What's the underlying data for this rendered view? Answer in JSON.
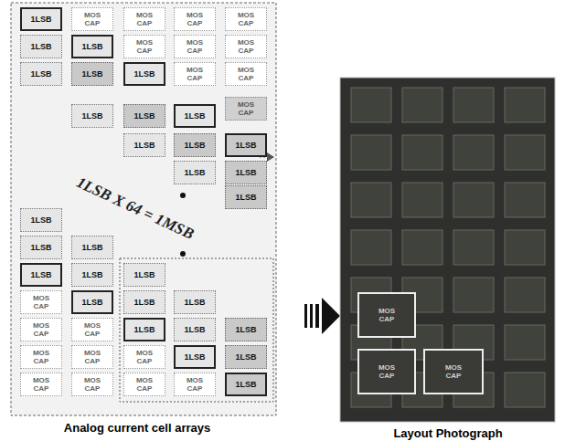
{
  "diagram": {
    "nodes": [
      {
        "text": [
          "1LSB"
        ]
      },
      {
        "text": [
          "MOS CAP"
        ]
      },
      {
        "text": [
          "MOS CAP"
        ]
      },
      {
        "text": [
          "MOS CAP"
        ]
      },
      {
        "text": [
          "MOS CAP"
        ]
      },
      {
        "text": [
          "1LSB"
        ]
      },
      {
        "text": [
          "1LSB"
        ]
      },
      {
        "text": [
          "MOS CAP"
        ]
      },
      {
        "text": [
          "MOS CAP"
        ]
      },
      {
        "text": [
          "MOS CAP"
        ]
      },
      {
        "text": [
          "1LSB"
        ]
      },
      {
        "text": [
          "1LSB"
        ]
      },
      {
        "text": [
          "1LSB"
        ]
      },
      {
        "text": [
          "MOS CAP"
        ]
      },
      {
        "text": [
          "MOS CAP"
        ]
      },
      {
        "text": [
          "1LSB"
        ]
      },
      {
        "text": [
          "1LSB"
        ]
      },
      {
        "text": [
          "1LSB"
        ]
      },
      {
        "text": [
          "MOS CAP"
        ]
      },
      {
        "text": [
          "1LSB"
        ]
      },
      {
        "text": [
          "1LSB"
        ]
      },
      {
        "text": [
          "1LSB"
        ]
      },
      {
        "text": [
          "1LSB"
        ]
      },
      {
        "text": [
          "1LSB"
        ]
      },
      {
        "text": [
          "1LSB"
        ]
      },
      {
        "text": [
          "1LSB"
        ]
      },
      {
        "text": [
          "1LSB"
        ]
      },
      {
        "text": [
          "1LSB"
        ]
      },
      {
        "text": [
          "1LSB"
        ]
      },
      {
        "text": [
          "1LSB"
        ]
      },
      {
        "text": [
          "1LSB"
        ]
      },
      {
        "text": [
          "MOS CAP"
        ]
      },
      {
        "text": [
          "1LSB"
        ]
      },
      {
        "text": [
          "1LSB"
        ]
      },
      {
        "text": [
          "1LSB"
        ]
      },
      {
        "text": [
          "MOS CAP"
        ]
      },
      {
        "text": [
          "MOS CAP"
        ]
      },
      {
        "text": [
          "1LSB"
        ]
      },
      {
        "text": [
          "1LSB"
        ]
      },
      {
        "text": [
          "1LSB"
        ]
      },
      {
        "text": [
          "MOS CAP"
        ]
      },
      {
        "text": [
          "MOS CAP"
        ]
      },
      {
        "text": [
          "MOS CAP"
        ]
      },
      {
        "text": [
          "1LSB"
        ]
      },
      {
        "text": [
          "1LSB"
        ]
      },
      {
        "text": [
          "MOS CAP"
        ]
      },
      {
        "text": [
          "MOS CAP"
        ]
      },
      {
        "text": [
          "MOS CAP"
        ]
      },
      {
        "text": [
          "MOS CAP"
        ]
      },
      {
        "text": [
          "1LSB"
        ]
      },
      {
        "text": [
          "MOS CAP"
        ]
      },
      {
        "text": [
          "MOS CAP"
        ]
      },
      {
        "text": [
          "MOS CAP"
        ]
      }
    ],
    "labels": [
      "1LSB X 64 = 1MSB",
      "Analog current cell arrays",
      "Layout Photograph"
    ]
  }
}
